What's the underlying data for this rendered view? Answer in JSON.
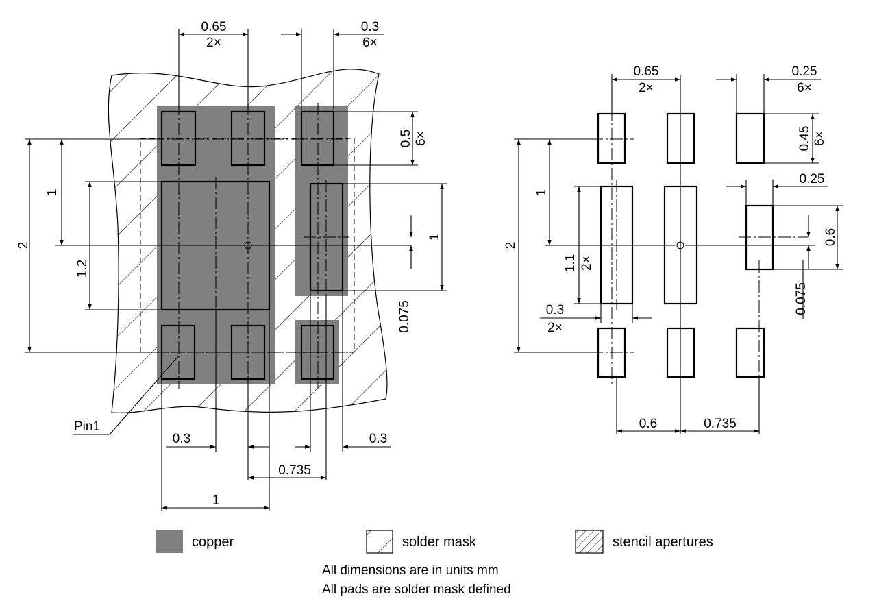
{
  "left_view": {
    "dims": {
      "pitch_top": "0.65",
      "pitch_top_count": "2×",
      "width_top": "0.3",
      "width_top_count": "6×",
      "pad_height": "0.5",
      "pad_height_count": "6×",
      "row_pitch_half": "1",
      "row_pitch_full": "2",
      "center_pad_height": "1.2",
      "right_pad_height": "1",
      "offset": "0.075",
      "left_margin": "0.3",
      "right_margin": "0.3",
      "center_to_right": "0.735",
      "center_pad_width": "1"
    },
    "pin1_label": "Pin1"
  },
  "right_view": {
    "dims": {
      "pitch_top": "0.65",
      "pitch_top_count": "2×",
      "width_top": "0.25",
      "width_top_count": "6×",
      "pad_height": "0.45",
      "pad_height_count": "6×",
      "row_pitch_half": "1",
      "row_pitch_full": "2",
      "inner_pad_height": "1.1",
      "inner_pad_count": "2×",
      "right_pad_width": "0.25",
      "right_pad_height": "0.6",
      "offset": "0.075",
      "inner_width": "0.3",
      "inner_width_count": "2×",
      "left_pitch": "0.6",
      "right_pitch": "0.735"
    }
  },
  "legend": {
    "copper": "copper",
    "solder_mask": "solder mask",
    "stencil": "stencil apertures"
  },
  "notes": {
    "units": "All dimensions are in units mm",
    "mask": "All pads are solder mask defined"
  },
  "colors": {
    "copper": "#808080",
    "line": "#000000"
  }
}
